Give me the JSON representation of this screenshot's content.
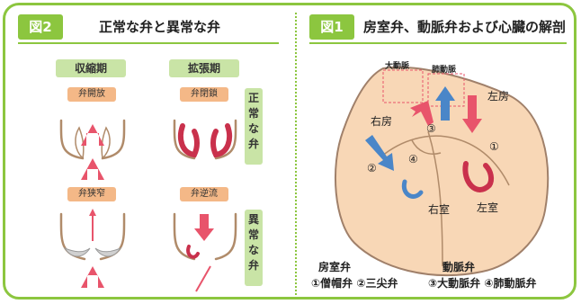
{
  "fig2": {
    "tag": "図2",
    "title": "正常な弁と異常な弁",
    "phase_systole": "収縮期",
    "phase_diastole": "拡張期",
    "pill_valve_open": "弁開放",
    "pill_valve_closed": "弁閉鎖",
    "pill_stenosis": "弁狭窄",
    "pill_regurgitation": "弁逆流",
    "side_normal": [
      "正",
      "常",
      "な",
      "弁"
    ],
    "side_abnormal": [
      "異",
      "常",
      "な",
      "弁"
    ]
  },
  "fig1": {
    "tag": "図1",
    "title": "房室弁、動脈弁および心臓の解剖",
    "aorta_label": "大動脈",
    "pulmonary_artery_label": "肺動脈",
    "right_atrium": "右房",
    "left_atrium": "左房",
    "right_ventricle": "右室",
    "left_ventricle": "左室",
    "num1": "①",
    "num2": "②",
    "num3": "③",
    "num4": "④",
    "legend_av_heading": "房室弁",
    "legend_av_items": "①僧帽弁 ②三尖弁",
    "legend_arterial_heading": "動脈弁",
    "legend_arterial_items": "③大動脈弁 ④肺動脈弁"
  },
  "colors": {
    "accent_green": "#8cc63f",
    "label_green": "#c9e4a6",
    "pill_orange": "#f4b887",
    "arrow_red": "#e8546b",
    "arrow_blue": "#4a86c8",
    "heart_fill": "#f8d7b6"
  }
}
